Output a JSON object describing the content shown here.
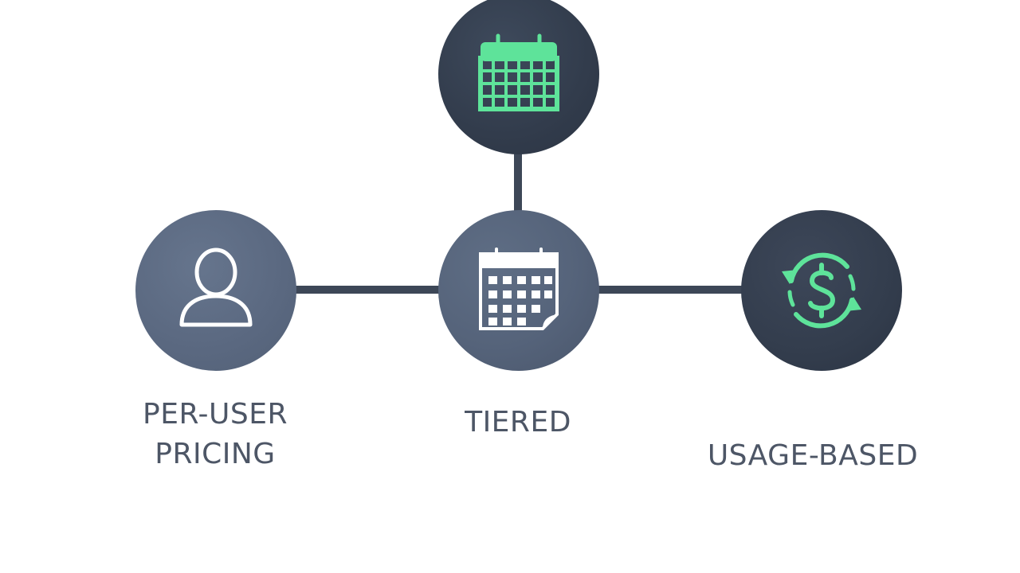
{
  "nodes": {
    "top": {
      "icon": "calendar-icon"
    },
    "left": {
      "icon": "user-icon",
      "label_lines": [
        "PER-USER",
        "PRICING"
      ]
    },
    "center": {
      "icon": "calendar-icon",
      "label": "TIERED"
    },
    "right": {
      "icon": "dollar-refresh-icon",
      "label": "USAGE-BASED"
    }
  },
  "colors": {
    "accent_green": "#5ee39a",
    "node_dark": "#323c4c",
    "node_slate": "#5a6880",
    "connector": "#3d4757",
    "label_text": "#4d5666"
  }
}
